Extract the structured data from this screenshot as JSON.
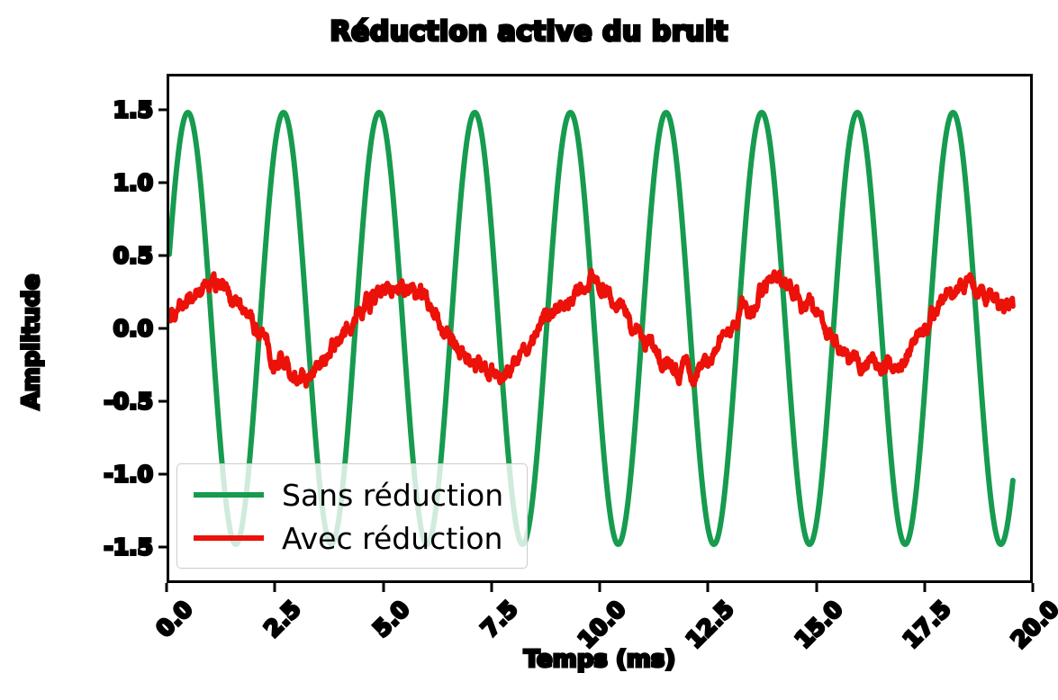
{
  "chart_data": {
    "type": "line",
    "title": "Réduction active du bruit",
    "xlabel": "Temps (ms)",
    "ylabel": "Amplitude",
    "xlim": [
      0.0,
      20.0
    ],
    "ylim": [
      -1.75,
      1.75
    ],
    "grid": false,
    "xticks": [
      "0.0",
      "2.5",
      "5.0",
      "7.5",
      "10.0",
      "12.5",
      "15.0",
      "17.5",
      "20.0"
    ],
    "xtick_values": [
      0.0,
      2.5,
      5.0,
      7.5,
      10.0,
      12.5,
      15.0,
      17.5,
      20.0
    ],
    "yticks": [
      "1.5",
      "1.0",
      "0.5",
      "0.0",
      "-0.5",
      "-1.0",
      "-1.5"
    ],
    "ytick_values": [
      1.5,
      1.0,
      0.5,
      0.0,
      -0.5,
      -1.0,
      -1.5
    ],
    "legend_position": "lower left",
    "series": [
      {
        "name": "Sans réduction",
        "color": "#169b4f",
        "linewidth": 6,
        "waveform": "sine",
        "amplitude": 1.5,
        "frequency_khz": 0.45,
        "phase": 0.35,
        "noise": 0.0,
        "x_start": 0.0,
        "x_end": 19.6
      },
      {
        "name": "Avec réduction",
        "color": "#ec1109",
        "linewidth": 6,
        "waveform": "sine",
        "amplitude": 0.3,
        "frequency_khz": 0.225,
        "phase": 0.35,
        "noise": 0.035,
        "x_start": 0.0,
        "x_end": 19.6
      }
    ]
  },
  "legend": {
    "items": [
      {
        "label": "Sans réduction",
        "color": "#169b4f"
      },
      {
        "label": "Avec réduction",
        "color": "#ec1109"
      }
    ]
  }
}
